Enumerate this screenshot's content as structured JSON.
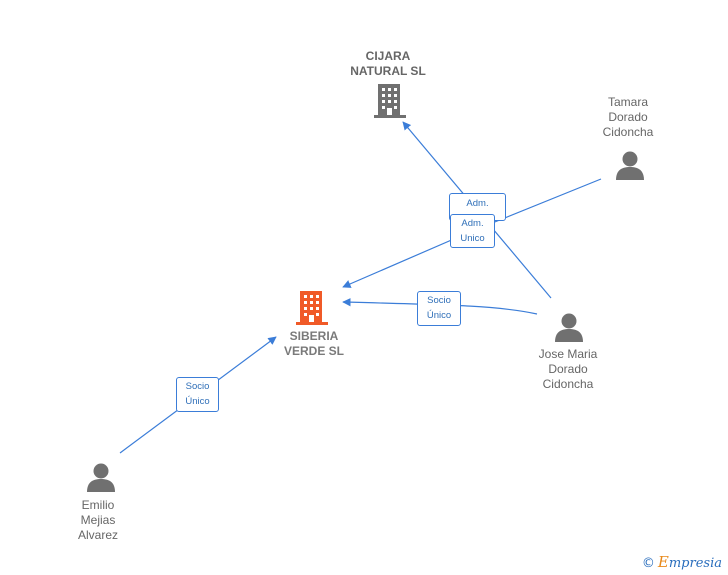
{
  "colors": {
    "edge": "#3b7dd8",
    "person": "#707070",
    "company": "#707070",
    "focus_company": "#f05a28"
  },
  "nodes": {
    "cijara": {
      "label": "CIJARA\nNATURAL  SL",
      "icon": "building-icon"
    },
    "siberia": {
      "label": "SIBERIA\nVERDE  SL",
      "icon": "building-icon"
    },
    "tamara": {
      "label": "Tamara\nDorado\nCidoncha",
      "icon": "person-icon"
    },
    "jose": {
      "label": "Jose Maria\nDorado\nCidoncha",
      "icon": "person-icon"
    },
    "emilio": {
      "label": "Emilio\nMejias\nAlvarez",
      "icon": "person-icon"
    }
  },
  "edges": {
    "adm": "Adm.",
    "adm_unico": "Adm.\nUnico",
    "socio_jose": "Socio\nÚnico",
    "socio_emilio": "Socio\nÚnico"
  },
  "brand": {
    "copyright": "©",
    "initial": "E",
    "rest": "mpresia"
  }
}
